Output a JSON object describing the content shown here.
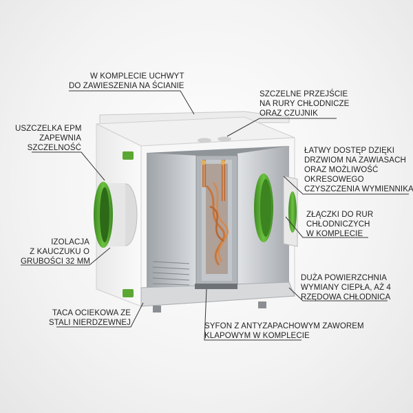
{
  "labels": {
    "uchwyt": [
      "W KOMPLECIE UCHWYT",
      "DO ZAWIESZENIA NA ŚCIANIE"
    ],
    "przejscie": [
      "SZCZELNE PRZEJŚCIE",
      "NA RURY CHŁODNICZE",
      "ORAZ CZUJNIK"
    ],
    "uszczelka": [
      "USZCZELKA EPM",
      "ZAPEWNIA",
      "SZCZELNOŚĆ"
    ],
    "dostep": [
      "ŁATWY DOSTĘP DZIĘKI",
      "DRZWIOM NA ZAWIASACH",
      "ORAZ MOŻLIWOŚĆ",
      "OKRESOWEGO",
      "CZYSZCZENIA WYMIENNIKA"
    ],
    "zlaczki": [
      "ZŁĄCZKI DO RUR",
      "CHŁODNICZYCH",
      "W KOMPLECIE"
    ],
    "izolacja": [
      "IZOLACJA",
      "Z KAUCZUKU O",
      "GRUBOŚCI 32 MM"
    ],
    "powierzchnia": [
      "DUŻA POWIERZCHNIA",
      "WYMIANY CIEPŁA, AŻ 4",
      "RZĘDOWA CHŁODNICA"
    ],
    "taca": [
      "TACA OCIEKOWA ZE",
      "STALI NIERDZEWNEJ"
    ],
    "syfon": [
      "SYFON Z ANTYZAPACHOWYM ZAWOREM",
      "KLAPOWYM W KOMPLECIE"
    ]
  },
  "colors": {
    "accent_green": "#5aa832",
    "housing": "#f4f4f4",
    "steel": "#b9bdc2",
    "copper": "#c8763a",
    "leader_line": "#333333"
  }
}
